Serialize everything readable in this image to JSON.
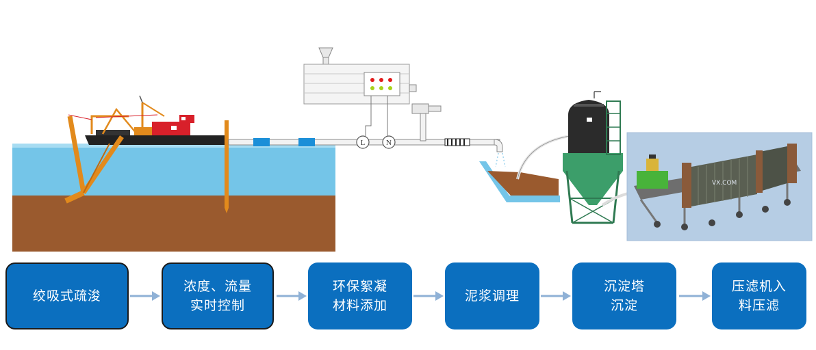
{
  "steps": [
    {
      "label": "绞吸式疏浚"
    },
    {
      "label": "浓度、流量\n实时控制"
    },
    {
      "label": "环保絮凝\n材料添加"
    },
    {
      "label": "泥浆调理"
    },
    {
      "label": "沉淀塔\n沉淀"
    },
    {
      "label": "压滤机入\n料压滤"
    }
  ],
  "meter_labels": [
    "L",
    "N"
  ],
  "watermark": "VX.COM",
  "colors": {
    "step_fill": "#0b6fbf",
    "water": "#74c5e8",
    "mud": "#9a5a2e",
    "arrow": "#8fb1d6",
    "ship_hull": "#222222",
    "ship_cabin": "#d8202a",
    "crane": "#e28a1c"
  }
}
